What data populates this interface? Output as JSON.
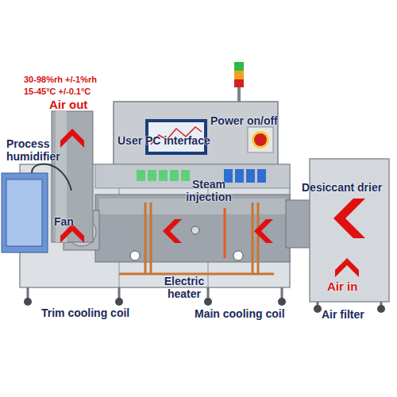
{
  "diagram": {
    "nodes": [
      {
        "text": [
          "Process humidifier"
        ]
      },
      {
        "text": [
          "User PC interface",
          "Power on/off"
        ]
      },
      {
        "text": [
          "Desiccant drier",
          "Air in"
        ]
      }
    ],
    "labels": [
      "30-98%rh +/-1%rh",
      "15-45°C +/-0.1°C",
      "Air out",
      "Steam injection",
      "Fan",
      "Electric heater",
      "Trim cooling coil",
      "Main cooling coil",
      "Air filter"
    ]
  }
}
